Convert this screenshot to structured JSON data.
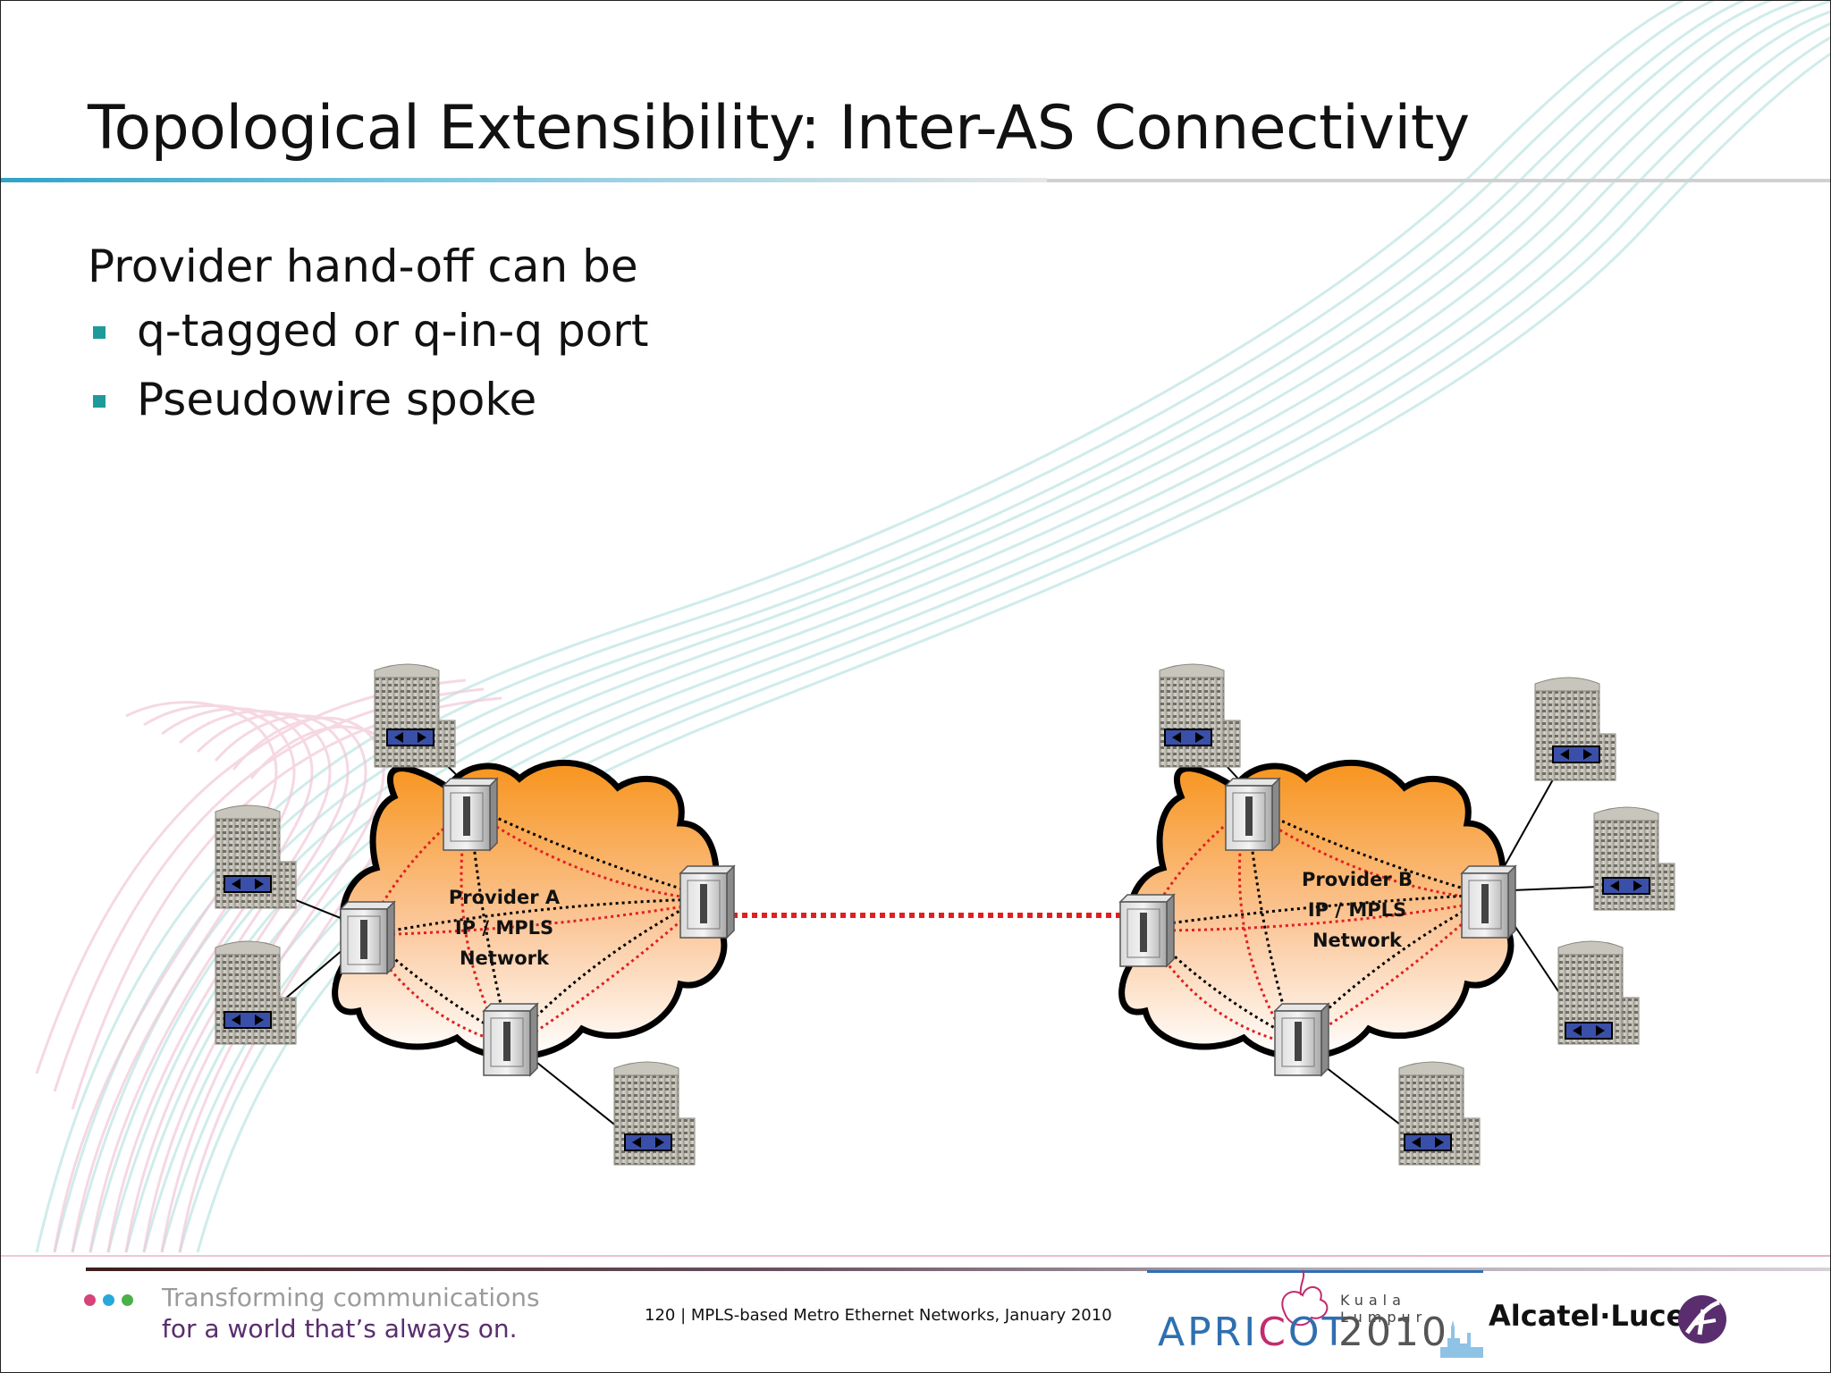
{
  "slide": {
    "title": "Topological Extensibility: Inter-AS Connectivity",
    "intro": "Provider hand-off can be",
    "bullets": [
      "q-tagged or q-in-q port",
      "Pseudowire spoke"
    ]
  },
  "diagram": {
    "provider_a": {
      "line1": "Provider A",
      "line2": "IP / MPLS",
      "line3": "Network"
    },
    "provider_b": {
      "line1": "Provider B",
      "line2": "IP / MPLS",
      "line3": "Network"
    }
  },
  "footer": {
    "tagline_line1": "Transforming communications",
    "tagline_line2": "for a world that’s always on.",
    "page_info": "120 | MPLS-based Metro Ethernet Networks, January 2010",
    "event_city": "Kuala Lumpur",
    "event_name_1": "APRI",
    "event_name_2": "C",
    "event_name_3": "OT",
    "event_year": "2010",
    "brand": "Alcatel·Lucent"
  },
  "colors": {
    "accent_teal": "#1f9a9a",
    "cloud_orange": "#f7941d",
    "link_red": "#e02020",
    "tagline_purple": "#5a2e6e"
  }
}
